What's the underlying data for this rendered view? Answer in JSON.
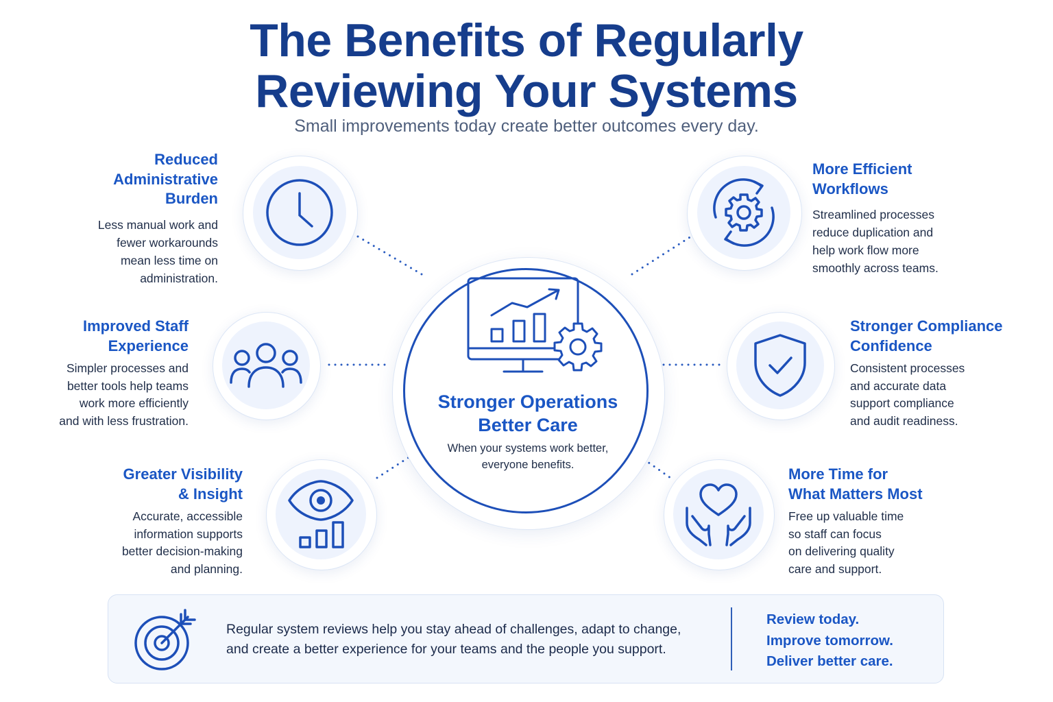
{
  "header": {
    "title_line1": "The Benefits of Regularly",
    "title_line2": "Reviewing Your Systems",
    "subtitle": "Small improvements today create better outcomes every day."
  },
  "center": {
    "heading_line1": "Stronger Operations",
    "heading_line2": "Better Care",
    "text_line1": "When your systems work better,",
    "text_line2": "everyone benefits.",
    "icon": "monitor-growth-chart-gear-icon"
  },
  "benefits": [
    {
      "side": "left",
      "icon": "clock-icon",
      "title": [
        "Reduced",
        "Administrative",
        "Burden"
      ],
      "desc": [
        "Less manual work and",
        "fewer workarounds",
        "mean less time on",
        "administration."
      ]
    },
    {
      "side": "left",
      "icon": "team-icon",
      "title": [
        "Improved Staff",
        "Experience"
      ],
      "desc": [
        "Simpler processes and",
        "better tools help teams",
        "work more efficiently",
        "and with less frustration."
      ]
    },
    {
      "side": "left",
      "icon": "eye-chart-icon",
      "title": [
        "Greater Visibility",
        "& Insight"
      ],
      "desc": [
        "Accurate, accessible",
        "information supports",
        "better decision-making",
        "and planning."
      ]
    },
    {
      "side": "right",
      "icon": "gear-cycle-icon",
      "title": [
        "More Efficient",
        "Workflows"
      ],
      "desc": [
        "Streamlined processes",
        "reduce duplication and",
        "help work flow more",
        "smoothly across teams."
      ]
    },
    {
      "side": "right",
      "icon": "shield-check-icon",
      "title": [
        "Stronger Compliance",
        "Confidence"
      ],
      "desc": [
        "Consistent processes",
        "and accurate data",
        "support compliance",
        "and audit readiness."
      ]
    },
    {
      "side": "right",
      "icon": "heart-hands-icon",
      "title": [
        "More Time for",
        "What Matters Most"
      ],
      "desc": [
        "Free up valuable time",
        "so staff can focus",
        "on delivering quality",
        "care and support."
      ]
    }
  ],
  "banner": {
    "icon": "target-arrow-icon",
    "text_line1": "Regular system reviews help you stay ahead of challenges, adapt to change,",
    "text_line2": "and create a better experience for your teams and the people you support.",
    "cta": [
      "Review today.",
      "Improve tomorrow.",
      "Deliver better care."
    ]
  },
  "colors": {
    "primary": "#1a56c4",
    "title": "#163d8c",
    "text": "#1f2d48",
    "subtitle": "#4f5f7c",
    "icon_fill": "#eef3fd"
  }
}
